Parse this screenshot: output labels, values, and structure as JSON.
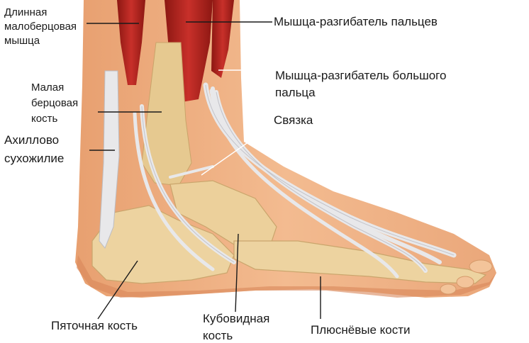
{
  "labels": {
    "peroneus_longus": [
      "Длинная",
      "малоберцовая",
      "мышца"
    ],
    "extensor_digitorum": "Мышца-разгибатель пальцев",
    "extensor_hallucis": [
      "Мышца-разгибатель большого",
      "пальца"
    ],
    "fibula": [
      "Малая",
      "берцовая",
      "кость"
    ],
    "ligament": "Связка",
    "achilles": [
      "Ахиллово",
      "сухожилие"
    ],
    "calcaneus": "Пяточная кость",
    "cuboid": [
      "Кубовидная",
      "кость"
    ],
    "metatarsals": "Плюснёвые кости"
  },
  "colors": {
    "skin": "#f1b588",
    "skin_dark": "#d9875a",
    "bone": "#edd3a0",
    "bone_shadow": "#caa56c",
    "muscle": "#b8221c",
    "tendon": "#e8e8ea"
  }
}
